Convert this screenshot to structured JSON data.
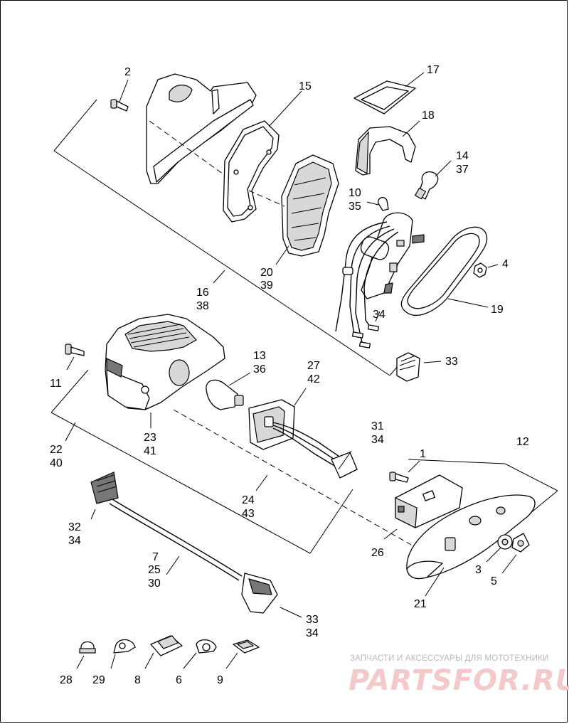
{
  "callouts": {
    "c2": "2",
    "c15": "15",
    "c17": "17",
    "c18": "18",
    "c14": "14",
    "c37": "37",
    "c10": "10",
    "c35": "35",
    "c4": "4",
    "c19": "19",
    "c34a": "34",
    "c16": "16",
    "c38": "38",
    "c20": "20",
    "c39": "39",
    "c11": "11",
    "c13": "13",
    "c36": "36",
    "c27": "27",
    "c42": "42",
    "c33a": "33",
    "c22": "22",
    "c40": "40",
    "c23": "23",
    "c41": "41",
    "c31": "31",
    "c34b": "34",
    "c1": "1",
    "c12": "12",
    "c32": "32",
    "c34c": "34",
    "c24": "24",
    "c43": "43",
    "c26": "26",
    "c3": "3",
    "c5": "5",
    "c7": "7",
    "c25": "25",
    "c30": "30",
    "c21": "21",
    "c33b": "33",
    "c34d": "34",
    "c28": "28",
    "c29": "29",
    "c8": "8",
    "c6": "6",
    "c9": "9"
  },
  "watermark": {
    "tagline": "ЗАПЧАСТИ И АКСЕССУАРЫ ДЛЯ МОТОТЕХНИКИ",
    "logo": "PARTSFOR.RU"
  }
}
